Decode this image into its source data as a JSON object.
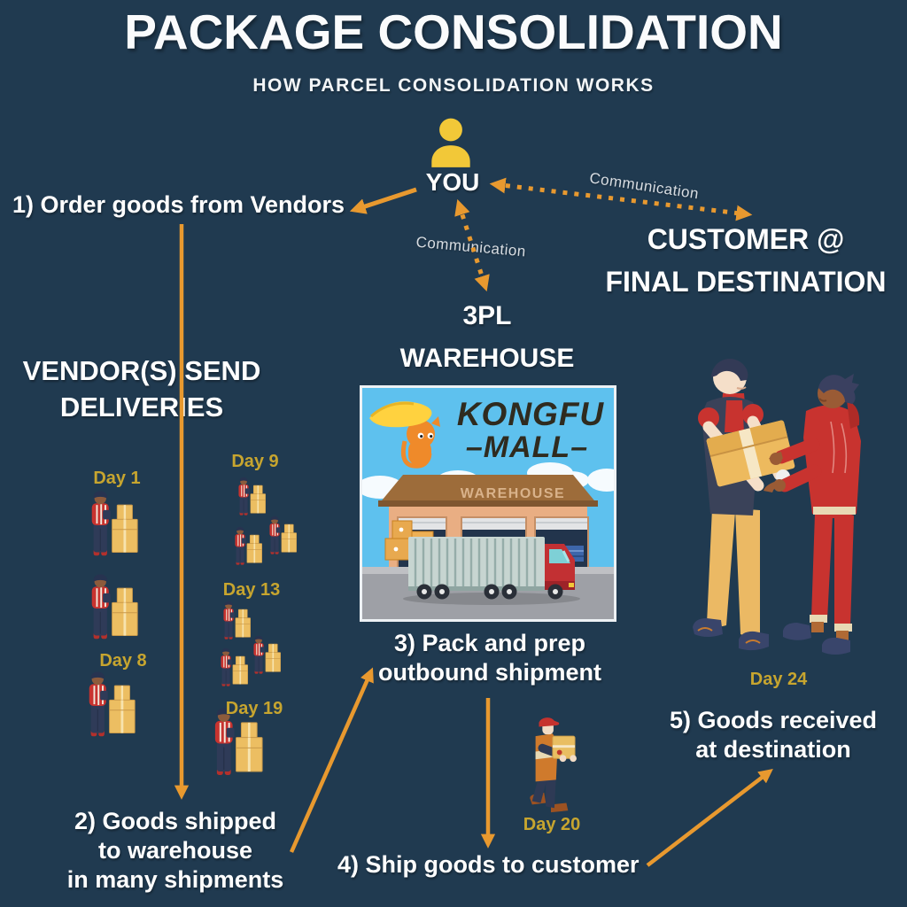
{
  "page": {
    "title": "PACKAGE CONSOLIDATION",
    "subtitle": "HOW PARCEL CONSOLIDATION WORKS"
  },
  "nodes": {
    "you": {
      "label": "YOU"
    },
    "customer": {
      "line1": "CUSTOMER @",
      "line2": "FINAL DESTINATION"
    },
    "warehouse3pl": {
      "line1": "3PL",
      "line2": "WAREHOUSE"
    },
    "vendors": {
      "line1": "VENDOR(S) SEND",
      "line2": "DELIVERIES"
    }
  },
  "communication": {
    "to_customer": "Communication",
    "to_warehouse": "Communication"
  },
  "steps": {
    "s1": {
      "text": "1) Order goods from Vendors"
    },
    "s2": {
      "line1": "2) Goods shipped",
      "line2": "to warehouse",
      "line3": "in many shipments"
    },
    "s3": {
      "line1": "3) Pack and prep",
      "line2": "outbound shipment"
    },
    "s4": {
      "text": "4) Ship goods to customer"
    },
    "s5": {
      "line1": "5) Goods received",
      "line2": "at destination"
    }
  },
  "days": {
    "d1": "Day 1",
    "d8": "Day 8",
    "d9": "Day 9",
    "d13": "Day 13",
    "d19": "Day 19",
    "d20": "Day 20",
    "d24": "Day 24"
  },
  "warehouse_sign": {
    "brand_line1": "KONGFU",
    "brand_line2": "–MALL–",
    "building": "WAREHOUSE"
  },
  "colors": {
    "background": "#203A50",
    "arrow_orange": "#E8992F",
    "day_label_gold": "#C7A52F",
    "text_white": "#FFFFFF",
    "avatar_yellow": "#F2C838",
    "sky_blue": "#5EC1EE",
    "box_tan": "#ECBE62",
    "uniform_red": "#C8332F",
    "navy": "#2F3B58"
  }
}
